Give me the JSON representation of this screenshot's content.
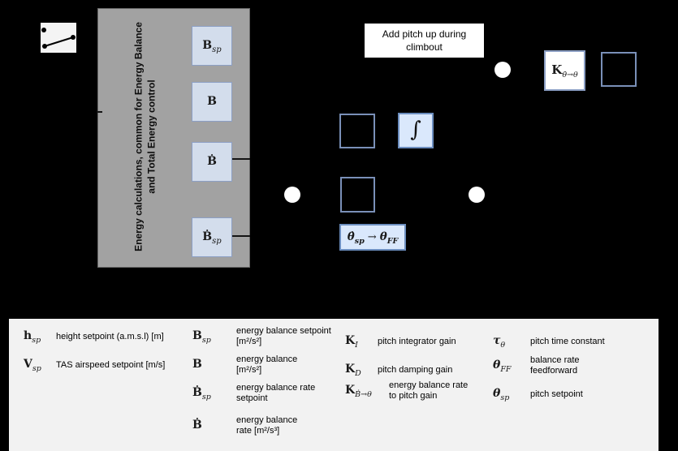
{
  "colors": {
    "background": "#000000",
    "panel_gray": "#a2a2a2",
    "block_blue_fill": "#dae8fc",
    "block_blue_border": "#6c8ebf",
    "legend_bg": "#f2f2f2"
  },
  "diagram": {
    "energy_panel": {
      "label_line1": "Energy calculations, common for Energy Balance",
      "label_line2": "and Total Energy control"
    },
    "energy_outputs": [
      {
        "base": "B",
        "sub": "sp"
      },
      {
        "base": "B",
        "sub": ""
      },
      {
        "base": "Ḃ",
        "sub": ""
      },
      {
        "base": "Ḃ",
        "sub": "sp"
      }
    ],
    "annotation": "Add pitch up during climbout",
    "integrator_symbol": "∫",
    "feedforward_block": {
      "from_base": "θ̇",
      "from_sub": "sp",
      "arrow": "→",
      "to_base": "θ",
      "to_sub": "FF"
    },
    "pitch_gain_block": {
      "base": "K",
      "sub": "θ̇→θ"
    }
  },
  "legend": {
    "col1": [
      {
        "sym": "h",
        "sub": "sp",
        "line1": "height setpoint (a.m.s.l) [m]",
        "line2": ""
      },
      {
        "sym": "V",
        "sub": "sp",
        "line1": "TAS airspeed setpoint [m/s]",
        "line2": ""
      }
    ],
    "col2": [
      {
        "sym": "B",
        "sub": "sp",
        "line1": "energy balance setpoint",
        "line2": "[m²/s²]"
      },
      {
        "sym": "B",
        "sub": "",
        "line1": "energy balance",
        "line2": "[m²/s²]"
      },
      {
        "sym": "Ḃ",
        "sub": "sp",
        "line1": "energy balance rate",
        "line2": "setpoint"
      },
      {
        "sym": "Ḃ",
        "sub": "",
        "line1": "energy balance",
        "line2": "rate [m²/s³]"
      }
    ],
    "col3": [
      {
        "sym": "K",
        "sub": "I",
        "line1": "pitch integrator gain",
        "line2": ""
      },
      {
        "sym": "K",
        "sub": "D",
        "line1": "pitch damping gain",
        "line2": ""
      },
      {
        "sym": "K",
        "sub": "Ḃ→θ",
        "line1": "energy balance rate",
        "line2": "to pitch gain"
      }
    ],
    "col4": [
      {
        "sym": "τ",
        "sub": "θ",
        "line1": "pitch time constant",
        "line2": ""
      },
      {
        "sym": "θ",
        "sub": "FF",
        "line1": "balance rate",
        "line2": "feedforward"
      },
      {
        "sym": "θ",
        "sub": "sp",
        "line1": "pitch setpoint",
        "line2": ""
      }
    ]
  }
}
